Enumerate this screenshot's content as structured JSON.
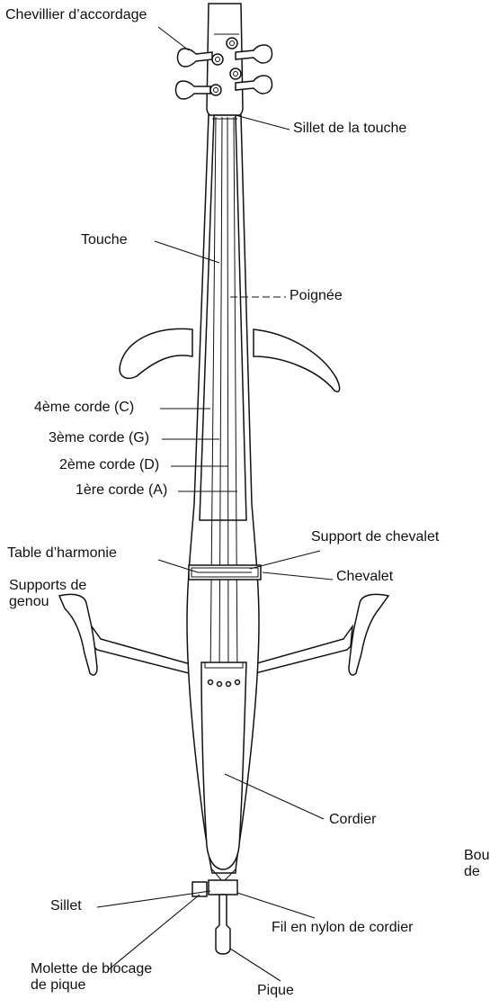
{
  "labels": {
    "chevillier": "Chevillier d’accordage",
    "sillet_touche": "Sillet de la touche",
    "touche": "Touche",
    "poignee": "Poignée",
    "corde4": "4ème corde (C)",
    "corde3": "3ème corde (G)",
    "corde2": "2ème corde (D)",
    "corde1": "1ère corde (A)",
    "table": "Table d’harmonie",
    "support_chevalet": "Support de chevalet",
    "supports_genou_1": "Supports de",
    "supports_genou_2": "genou",
    "chevalet": "Chevalet",
    "cordier": "Cordier",
    "bouton_1": "Bou",
    "bouton_2": "de",
    "sillet": "Sillet",
    "fil_nylon": "Fil en nylon de cordier",
    "molette_1": "Molette de blocage",
    "molette_2": "de pique",
    "pique": "Pique"
  }
}
